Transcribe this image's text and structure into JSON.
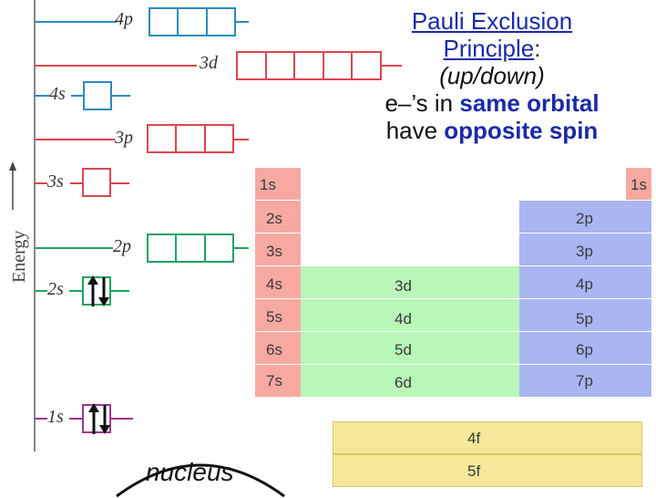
{
  "energy_axis": {
    "label": "Energy"
  },
  "levels": {
    "l4p": "4p",
    "l3d": "3d",
    "l4s": "4s",
    "l3p": "3p",
    "l3s": "3s",
    "l2p": "2p",
    "l2s": "2s",
    "l1s": "1s"
  },
  "nucleus_label": "nucleus",
  "title": {
    "line1": "Pauli Exclusion",
    "line2_a": "Principle",
    "line2_b": ":",
    "line3": "(up/down)",
    "line4_a": "e–’s in ",
    "line4_b": "same orbital",
    "line5_a": "have ",
    "line5_b": "opposite spin"
  },
  "periodic": {
    "s": [
      "1s",
      "2s",
      "3s",
      "4s",
      "5s",
      "6s",
      "7s"
    ],
    "d": [
      "3d",
      "4d",
      "5d",
      "6d"
    ],
    "p_head": "1s",
    "p": [
      "2p",
      "3p",
      "4p",
      "5p",
      "6p",
      "7p"
    ],
    "f": [
      "4f",
      "5f"
    ]
  },
  "colors": {
    "s_block": "#f7a9a1",
    "p_block": "#a9b6f2",
    "d_block": "#b8f7b8",
    "f_block": "#f5e89a",
    "blue_orbital": "#2a8bbd",
    "red_orbital": "#d9474f",
    "green_orbital": "#1fa463",
    "purple_orbital": "#9a3a8a"
  }
}
